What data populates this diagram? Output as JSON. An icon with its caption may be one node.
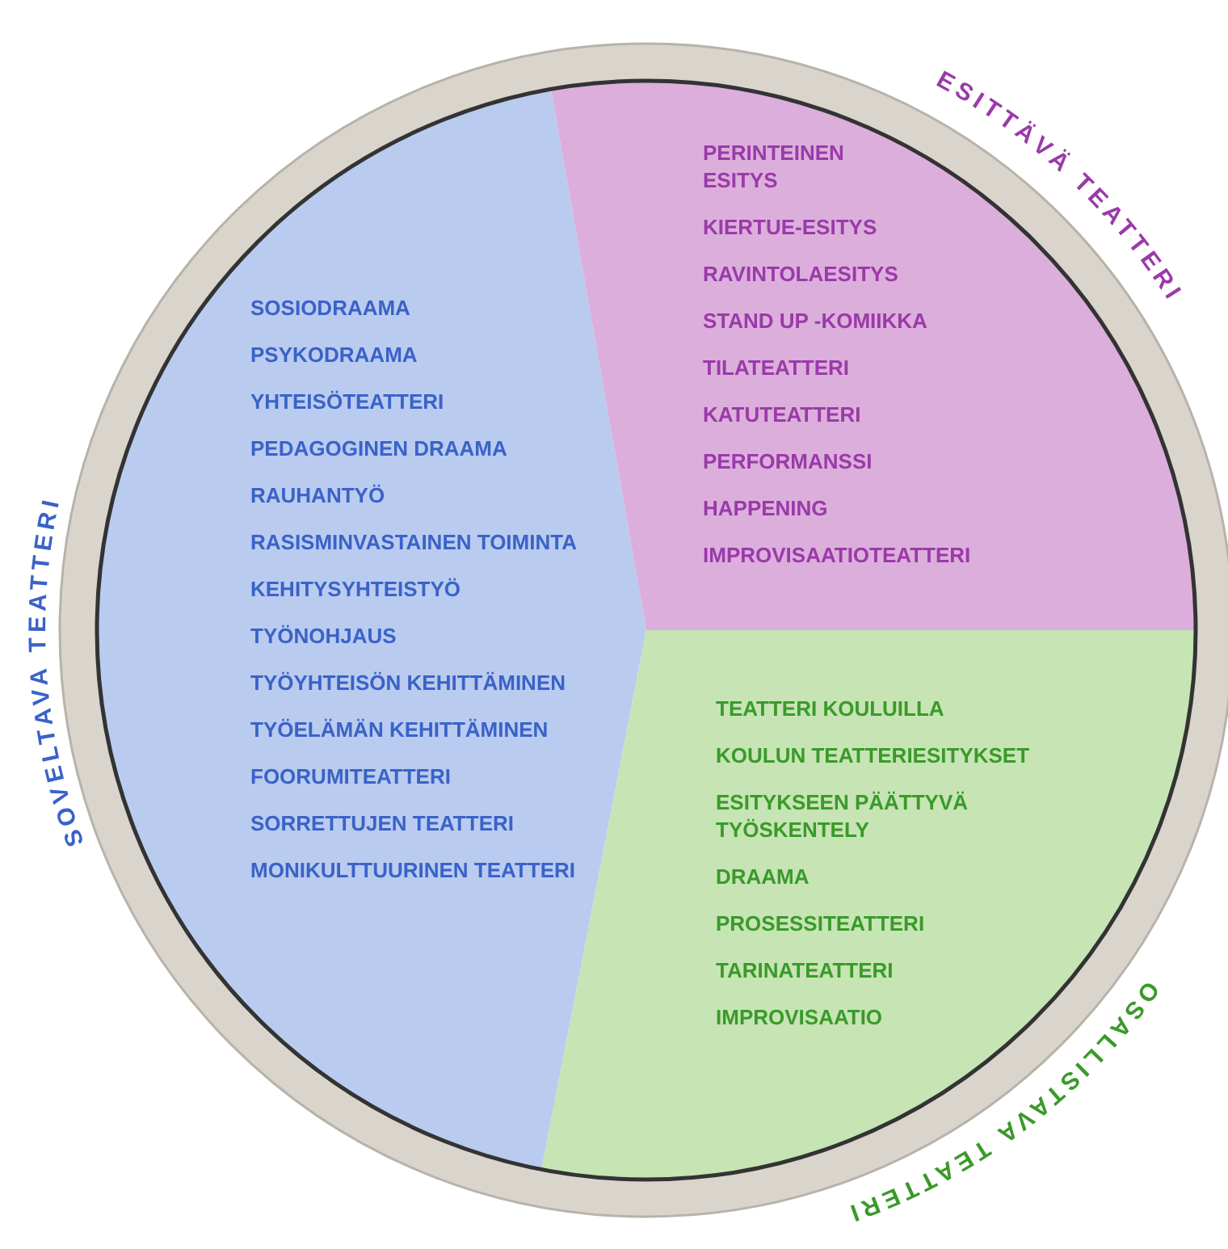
{
  "diagram": {
    "nodes": [
      {
        "text": [
          "SOVELTAVA TEATTERI",
          "SOSIODRAAMA",
          "PSYKODRAAMA",
          "YHTEISÖTEATTERI",
          "PEDAGOGINEN DRAAMA",
          "RAUHANTYÖ",
          "RASISMINVASTAINEN TOIMINTA",
          "KEHITYSYHTEISTYÖ",
          "TYÖNOHJAUS",
          "TYÖYHTEISÖN KEHITTÄMINEN",
          "TYÖELÄMÄN KEHITTÄMINEN",
          "FOORUMITEATTERI",
          "SORRETTUJEN TEATTERI",
          "MONIKULTTUURINEN TEATTERI"
        ]
      },
      {
        "text": [
          "ESITTÄVÄ TEATTERI",
          "PERINTEINEN ESITYS",
          "KIERTUE-ESITYS",
          "RAVINTOLAESITYS",
          "STAND UP -KOMIIKKA",
          "TILATEATTERI",
          "KATUTEATTERI",
          "PERFORMANSSI",
          "HAPPENING",
          "IMPROVISAATIOTEATTERI"
        ]
      },
      {
        "text": [
          "OSALLISTAVA TEATTERI",
          "TEATTERI KOULUILLA",
          "KOULUN TEATTERIESITYKSET",
          "ESITYKSEEN PÄÄTTYVÄ TYÖSKENTELY",
          "DRAAMA",
          "PROSESSITEATTERI",
          "TARINATEATTERI",
          "IMPROVISAATIO"
        ]
      }
    ]
  }
}
